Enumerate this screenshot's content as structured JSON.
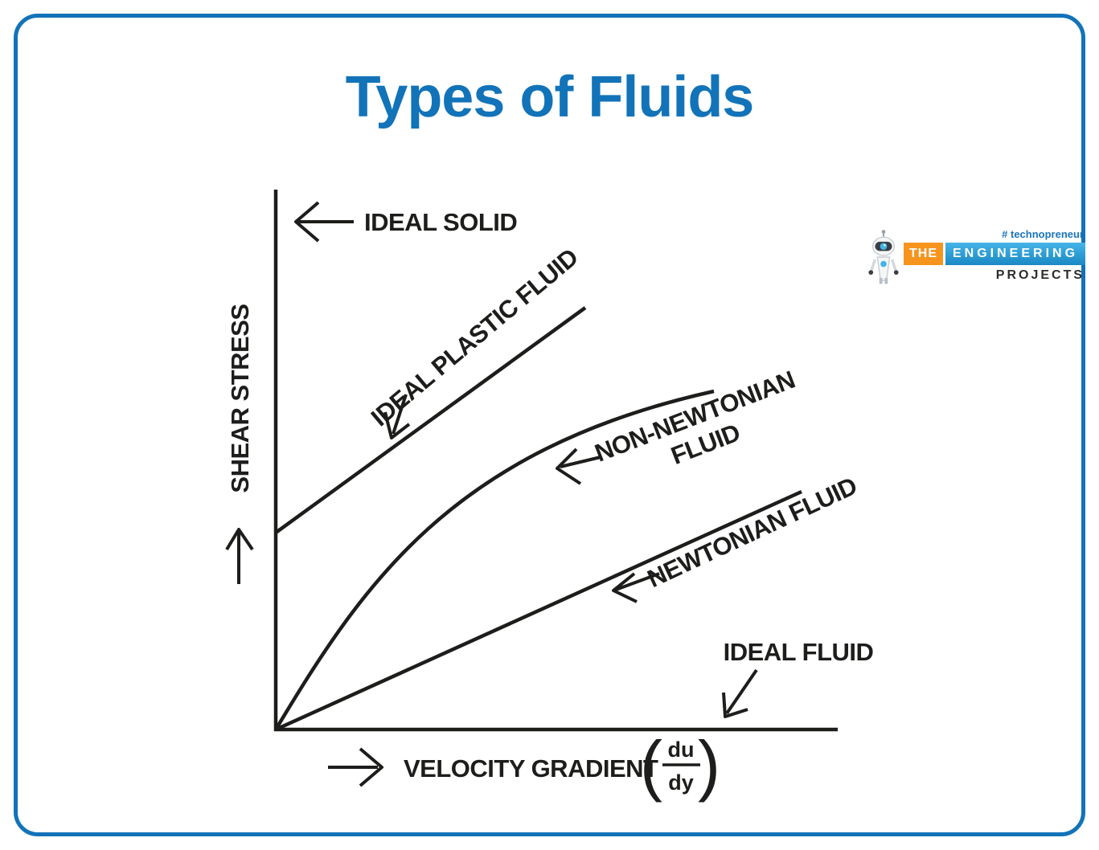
{
  "page": {
    "title": "Types of Fluids"
  },
  "colors": {
    "accent_blue": "#1273b9",
    "ink": "#1d1d1b",
    "logo_orange": "#f7941e",
    "logo_blue_top": "#45b4e8",
    "logo_blue_bottom": "#1a89c4",
    "logo_tagline_blue": "#1b75bb",
    "logo_projects_dark": "#2d2d2d"
  },
  "chart": {
    "y_axis_label": "SHEAR STRESS",
    "x_axis_label": "VELOCITY GRADIENT",
    "fraction": {
      "open_paren": "(",
      "numerator": "du",
      "denominator": "dy",
      "close_paren": ")"
    },
    "labels": {
      "ideal_solid": "IDEAL SOLID",
      "ideal_plastic_fluid": "IDEAL PLASTIC FLUID",
      "non_newtonian_line1": "NON-NEWTONIAN",
      "non_newtonian_line2": "FLUID",
      "newtonian_fluid": "NEWTONIAN FLUID",
      "ideal_fluid": "IDEAL FLUID"
    },
    "icons": {
      "ideal_solid_pointer": "left-arrow-icon",
      "shear_stress_direction": "up-arrow-icon",
      "velocity_gradient_direction": "right-arrow-icon",
      "curve_pointers": "diagonal-pointer-arrow-icon"
    }
  },
  "logo": {
    "robot": "robot-mascot-icon",
    "tagline": "# technopreneur",
    "word_the": "THE",
    "word_engineering": "ENGINEERING",
    "word_projects": "PROJECTS"
  },
  "chart_data": {
    "type": "line",
    "title": "Types of Fluids",
    "xlabel": "VELOCITY GRADIENT (du/dy)",
    "ylabel": "SHEAR STRESS",
    "axes_quantitative": false,
    "grid": false,
    "legend_position": "inline-annotations",
    "series": [
      {
        "name": "IDEAL SOLID",
        "shape": "vertical line coincident with the shear-stress axis (no deformation at any stress)"
      },
      {
        "name": "IDEAL PLASTIC FLUID",
        "shape": "straight line with positive intercept (yield stress) on the shear-stress axis, rising to the right"
      },
      {
        "name": "NON-NEWTONIAN FLUID",
        "shape": "concave (shear-thinning) curve starting at the origin, steep initially then flattening"
      },
      {
        "name": "NEWTONIAN FLUID",
        "shape": "straight line through the origin with constant slope (viscosity)"
      },
      {
        "name": "IDEAL FLUID",
        "shape": "horizontal line coincident with the velocity-gradient axis (zero shear stress)"
      }
    ]
  }
}
